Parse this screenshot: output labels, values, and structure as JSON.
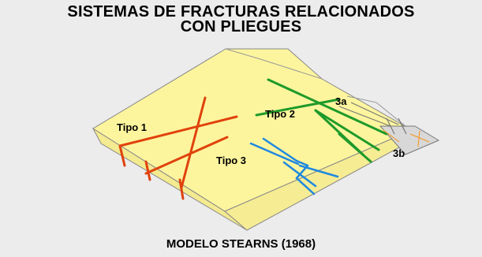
{
  "title": {
    "line1": "SISTEMAS DE FRACTURAS RELACIONADOS",
    "line2": "CON PLIEGUES"
  },
  "caption": "MODELO STEARNS (1968)",
  "labels": {
    "tipo1": "Tipo 1",
    "tipo2": "Tipo 2",
    "tipo3": "Tipo 3",
    "tipo3a": "3a",
    "tipo3b": "3b"
  },
  "colors": {
    "block_top": "#fdf59e",
    "block_side": "#f3e98e",
    "tipo1": "#e0420c",
    "tipo2": "#1e9a2a",
    "tipo3": "#1e88e0",
    "tipo3b": "#f0a040",
    "background": "#ececec"
  }
}
